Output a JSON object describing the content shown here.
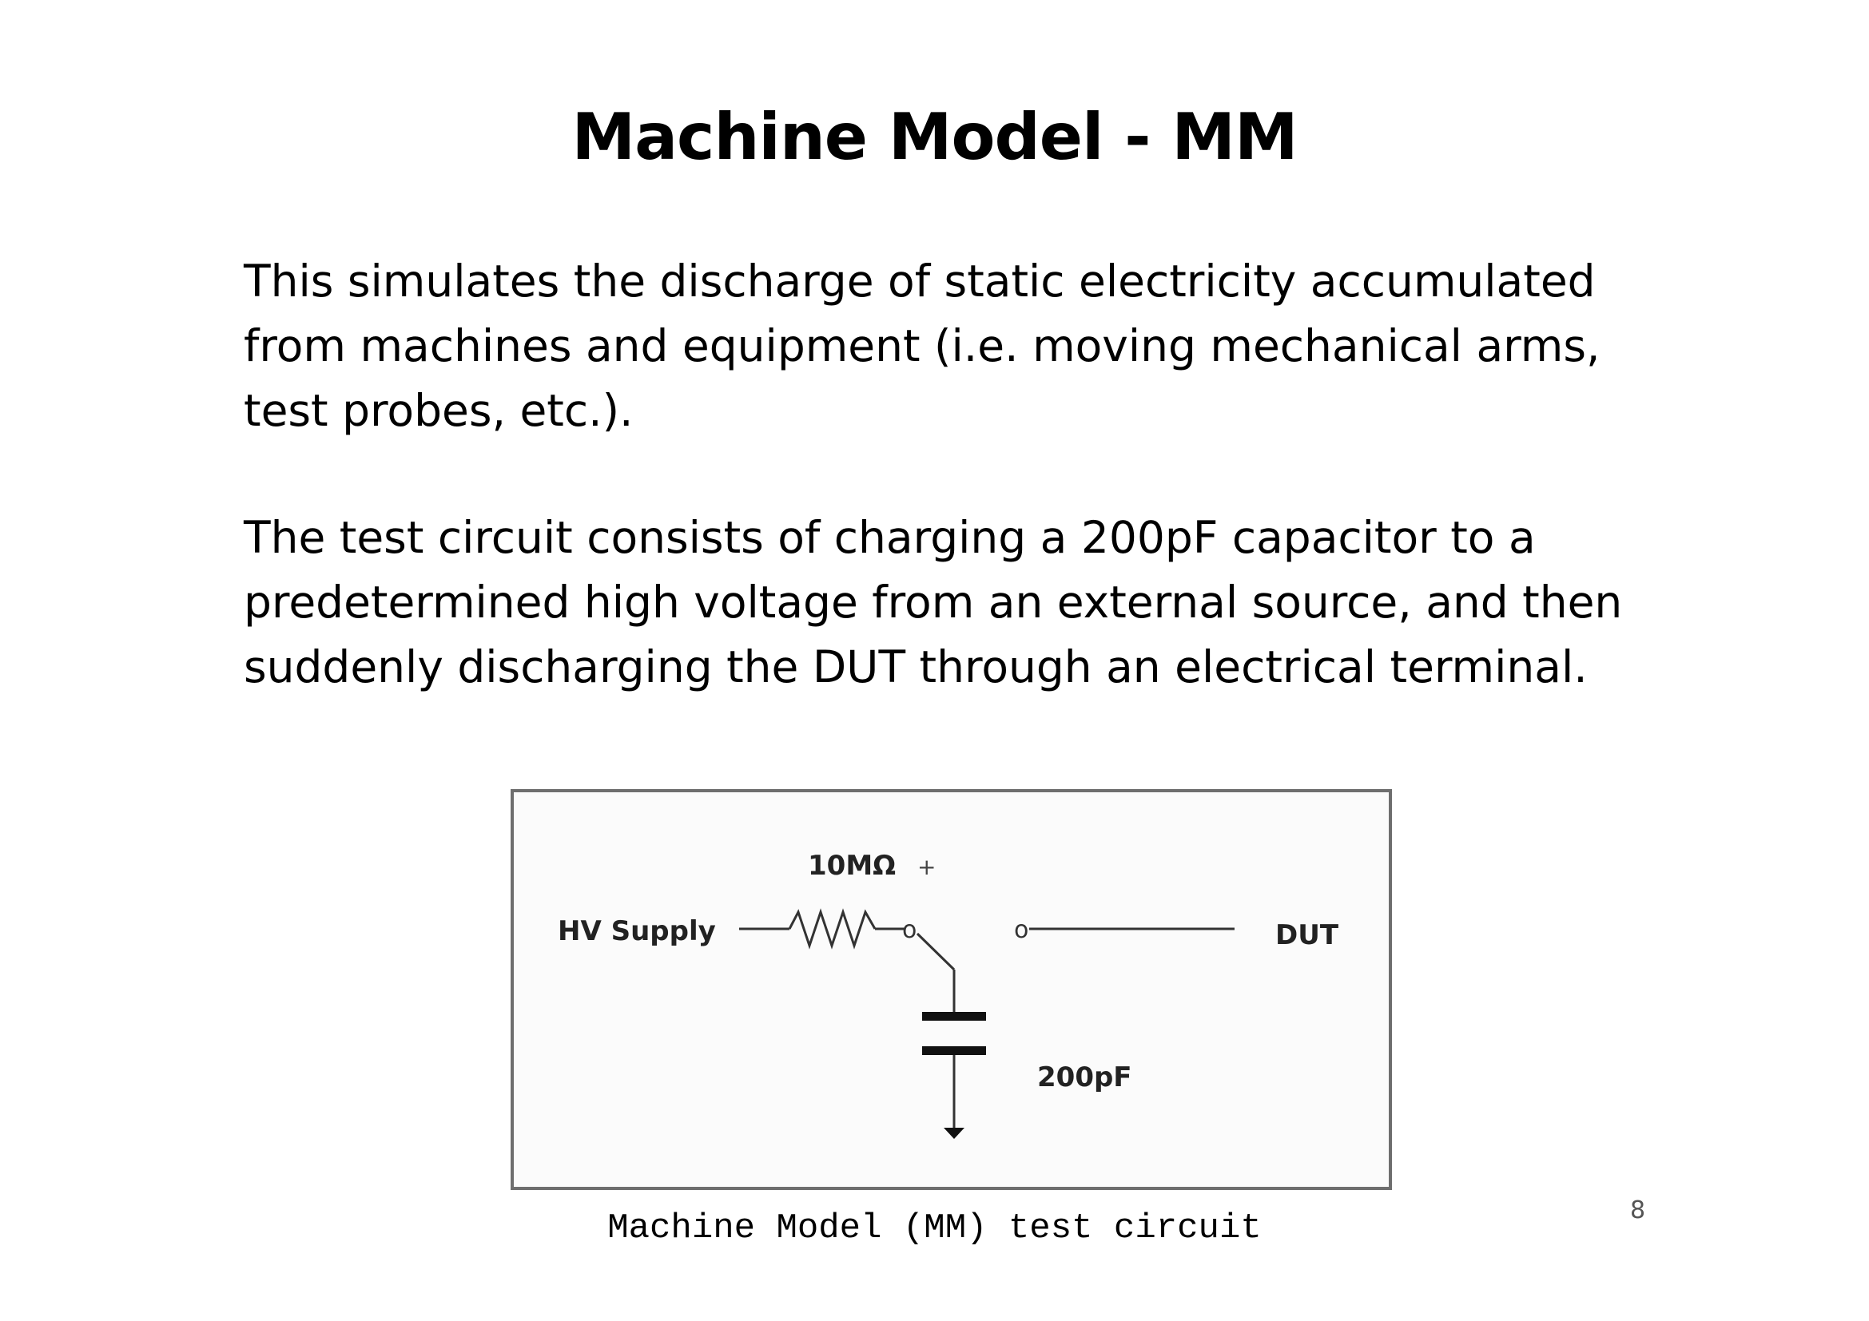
{
  "slide": {
    "title": "Machine Model - MM",
    "paragraph1": [
      "This simulates the discharge of static electricity accumulated",
      "from machines and equipment (i.e. moving mechanical arms,",
      "test probes, etc.)."
    ],
    "paragraph2": [
      "The test circuit consists of charging a 200pF capacitor to a",
      "predetermined high voltage from an external source, and then",
      "suddenly discharging the DUT through an electrical terminal."
    ],
    "page_number": "8"
  },
  "figure": {
    "resistor_label": "10MΩ",
    "resistor_marker": "+",
    "hv_label": "HV Supply",
    "dut_label": "DUT",
    "capacitor_label": "200pF",
    "contact_left": "o",
    "contact_right": "o",
    "caption": "Machine Model (MM) test circuit"
  }
}
